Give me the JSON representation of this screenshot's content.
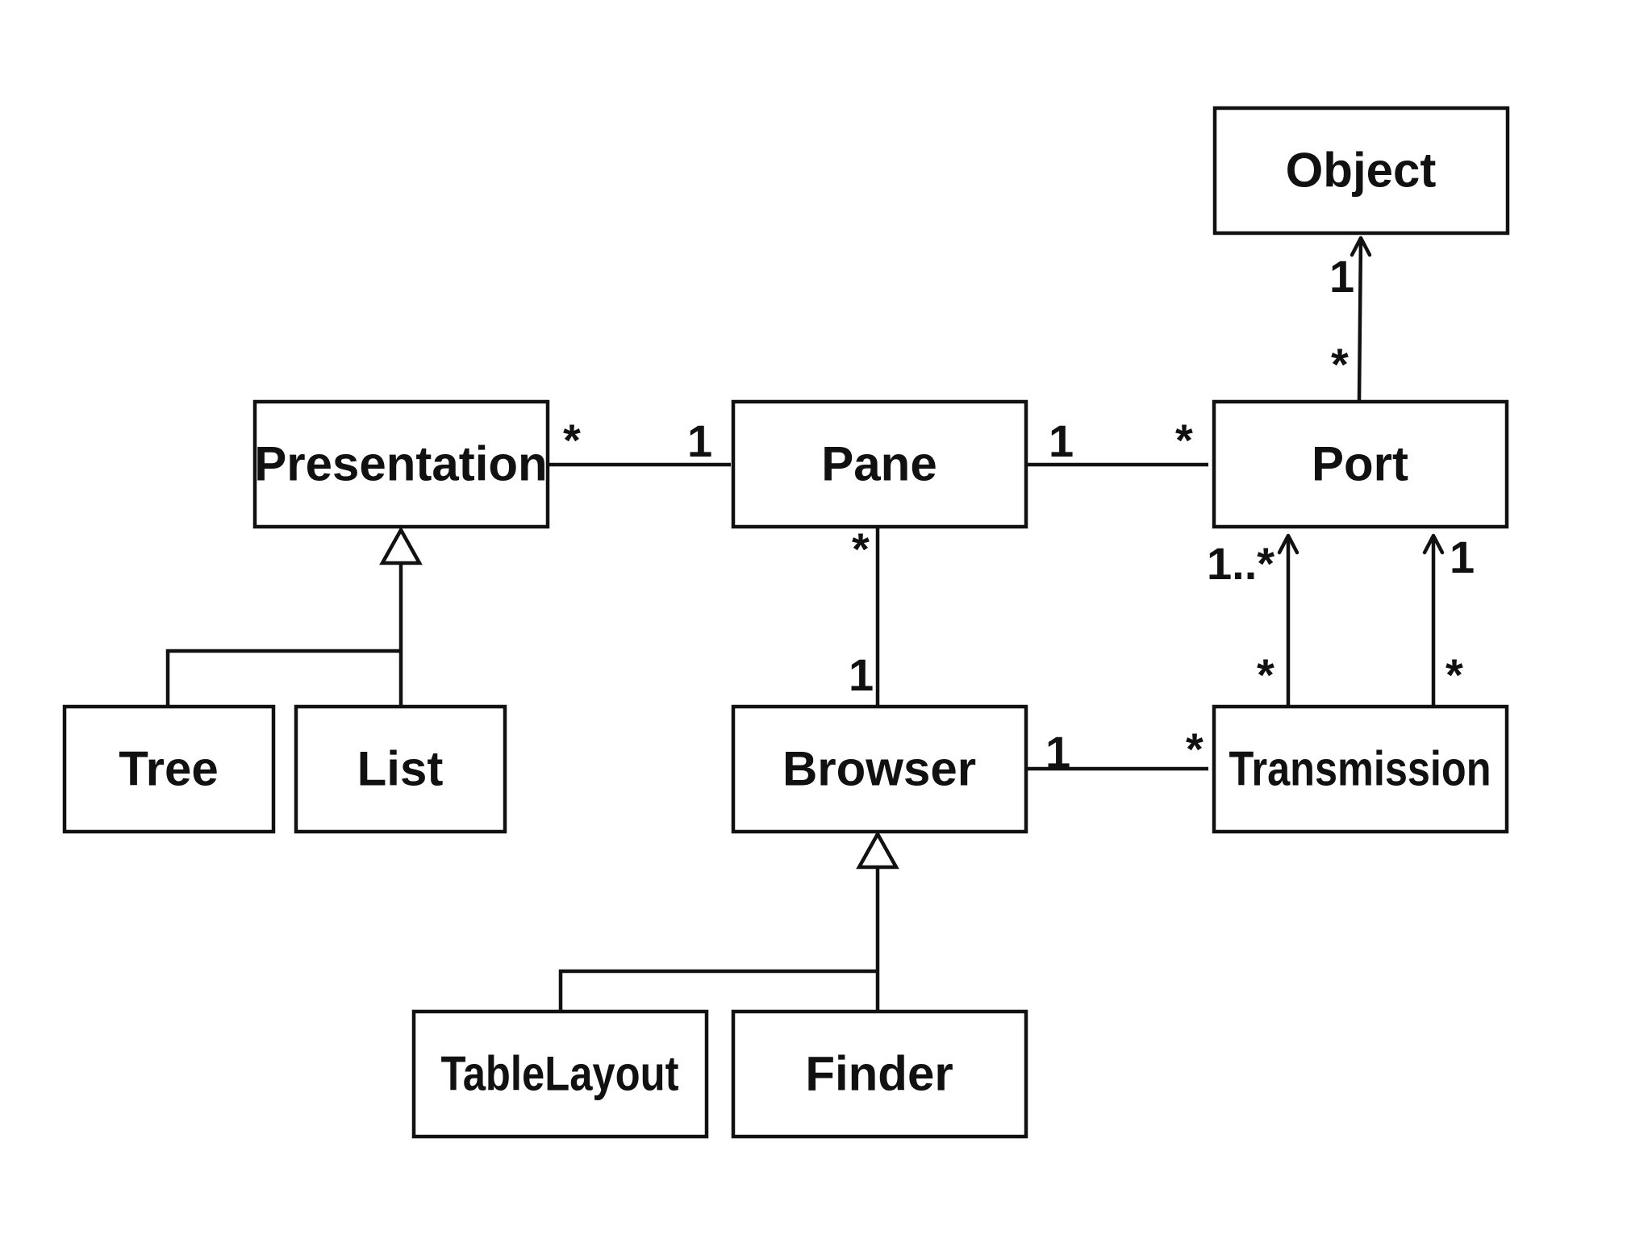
{
  "diagram": {
    "colors": {
      "stroke": "#111111",
      "fill": "#ffffff",
      "background": "#ffffff"
    },
    "classes": {
      "object": "Object",
      "presentation": "Presentation",
      "pane": "Pane",
      "port": "Port",
      "tree": "Tree",
      "list": "List",
      "browser": "Browser",
      "transmission": "Transmission",
      "table_layout": "TableLayout",
      "finder": "Finder"
    },
    "multiplicities": {
      "presentation_pane_near_presentation": "*",
      "presentation_pane_near_pane": "1",
      "pane_port_near_pane": "1",
      "pane_port_near_port": "*",
      "port_object_near_object": "1",
      "port_object_near_port": "*",
      "pane_browser_near_pane": "*",
      "pane_browser_near_browser": "1",
      "browser_transmission_near_browser": "1",
      "browser_transmission_near_transmission": "*",
      "transmission_port_left_near_port": "1..*",
      "transmission_port_left_near_transmission": "*",
      "transmission_port_right_near_port": "1",
      "transmission_port_right_near_transmission": "*"
    }
  }
}
